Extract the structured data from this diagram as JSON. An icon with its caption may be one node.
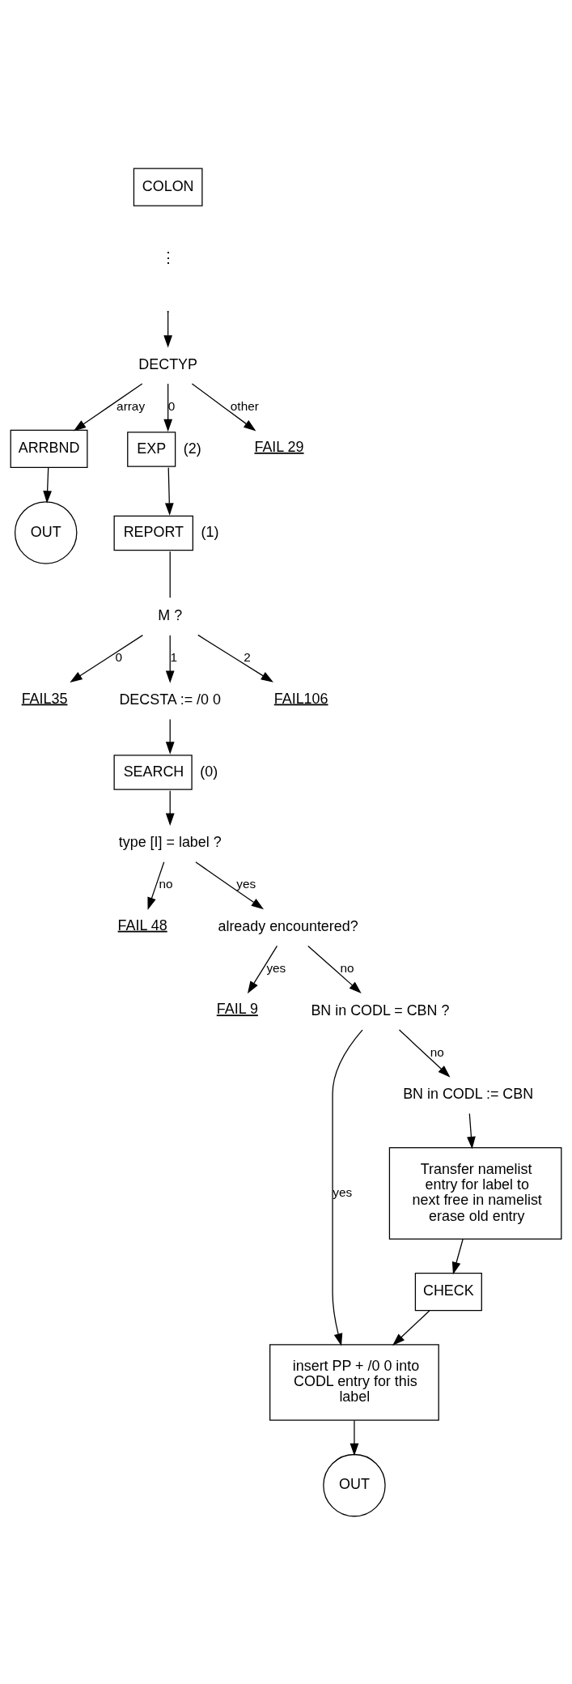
{
  "diagram": {
    "nodes": [
      {
        "text": [
          "COLON"
        ]
      },
      {
        "text": [
          "DECTYP"
        ]
      },
      {
        "text": [
          "ARRBND"
        ]
      },
      {
        "text": [
          "OUT"
        ]
      },
      {
        "text": [
          "EXP"
        ],
        "beside": [
          "(2)"
        ]
      },
      {
        "text": [
          "FAIL 29"
        ]
      },
      {
        "text": [
          "REPORT"
        ],
        "beside": [
          "(1)"
        ]
      },
      {
        "text": [
          "M ?"
        ]
      },
      {
        "text": [
          "FAIL35"
        ]
      },
      {
        "text": [
          "FAIL106"
        ]
      },
      {
        "text": [
          "DECSTA := /0 0"
        ]
      },
      {
        "text": [
          "SEARCH"
        ],
        "beside": [
          "(0)"
        ]
      },
      {
        "text": [
          "type [I] = label ?"
        ]
      },
      {
        "text": [
          "FAIL 48"
        ]
      },
      {
        "text": [
          "already encountered?"
        ]
      },
      {
        "text": [
          "FAIL 9"
        ]
      },
      {
        "text": [
          "BN in CODL = CBN ?"
        ]
      },
      {
        "text": [
          "BN in CODL := CBN"
        ]
      },
      {
        "text": [
          "Transfer namelist entry for label to next free in namelist erase old entry"
        ]
      },
      {
        "text": [
          "CHECK"
        ]
      },
      {
        "text": [
          "insert PP + /0 0 into CODL entry for this label"
        ]
      },
      {
        "text": [
          "OUT"
        ]
      }
    ],
    "edges": [
      {
        "from": null,
        "to": 1,
        "arrow": "to"
      },
      {
        "from": 1,
        "to": 2,
        "arrow": "to",
        "label": "array"
      },
      {
        "from": 1,
        "to": 4,
        "arrow": "to",
        "label": "0"
      },
      {
        "from": 1,
        "to": 5,
        "arrow": "to",
        "label": "other"
      },
      {
        "from": 2,
        "to": 3,
        "arrow": "to"
      },
      {
        "from": 4,
        "to": 6,
        "arrow": "to"
      },
      {
        "from": 6,
        "to": 7,
        "arrow": "none"
      },
      {
        "from": 7,
        "to": 8,
        "arrow": "to",
        "label": "0"
      },
      {
        "from": 7,
        "to": 10,
        "arrow": "to",
        "label": "1"
      },
      {
        "from": 7,
        "to": 9,
        "arrow": "to",
        "label": "2"
      },
      {
        "from": 10,
        "to": 11,
        "arrow": "to"
      },
      {
        "from": 11,
        "to": 12,
        "arrow": "to"
      },
      {
        "from": 12,
        "to": 13,
        "arrow": "to",
        "label": "no"
      },
      {
        "from": 12,
        "to": 14,
        "arrow": "to",
        "label": "yes"
      },
      {
        "from": 14,
        "to": 15,
        "arrow": "to",
        "label": "yes"
      },
      {
        "from": 14,
        "to": 16,
        "arrow": "to",
        "label": "no"
      },
      {
        "from": 16,
        "to": 20,
        "arrow": "to",
        "label": "yes"
      },
      {
        "from": 16,
        "to": 17,
        "arrow": "to",
        "label": "no"
      },
      {
        "from": 17,
        "to": 18,
        "arrow": "to"
      },
      {
        "from": 18,
        "to": 19,
        "arrow": "to"
      },
      {
        "from": 19,
        "to": 20,
        "arrow": "to"
      },
      {
        "from": 20,
        "to": 21,
        "arrow": "to"
      }
    ],
    "labels": [
      "⋮"
    ]
  }
}
